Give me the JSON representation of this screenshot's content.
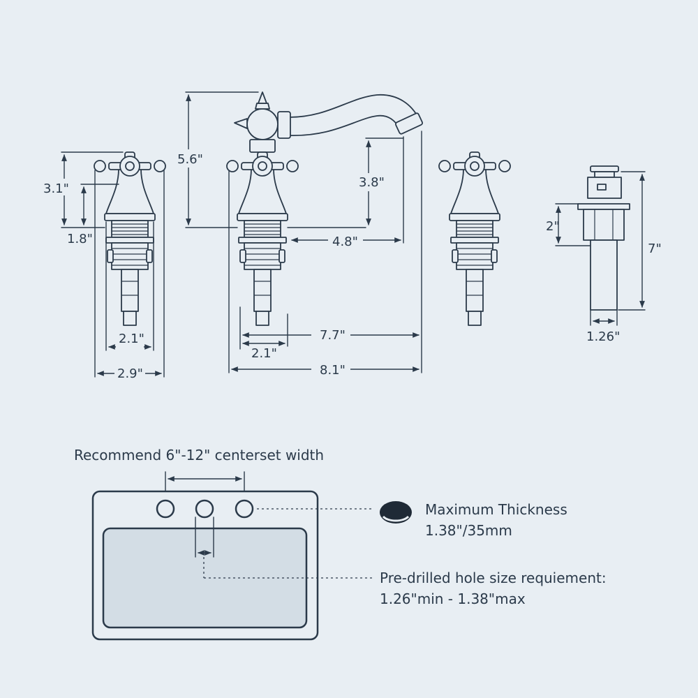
{
  "dimensions": {
    "handle_height": "3.1\"",
    "handle_body_height": "1.8\"",
    "handle_base_width": "2.1\"",
    "handle_width": "2.9\"",
    "spout_height": "5.6\"",
    "spout_clearance": "3.8\"",
    "spout_reach": "4.8\"",
    "spout_base_width": "2.1\"",
    "spout_span": "7.7\"",
    "overall_span": "8.1\"",
    "drain_flange_height": "2\"",
    "drain_height": "7\"",
    "drain_width": "1.26\""
  },
  "notes": {
    "centerset": "Recommend 6\"-12\" centerset width",
    "thickness_title": "Maximum Thickness",
    "thickness_value": "1.38\"/35mm",
    "hole_title": "Pre-drilled hole size requiement:",
    "hole_value": "1.26\"min - 1.38\"max"
  }
}
